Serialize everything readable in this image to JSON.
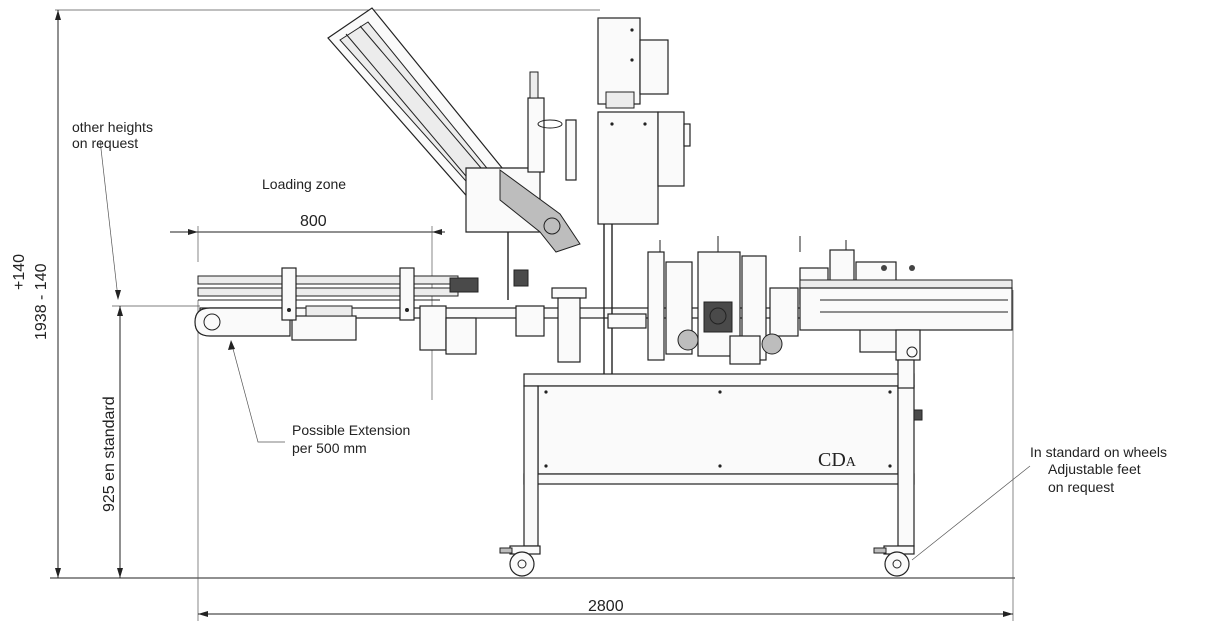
{
  "dimensions": {
    "total_length": "2800",
    "loading_length": "800",
    "height_range": "1938 - 140",
    "height_plus": "+140",
    "conveyor_height": "925 en standard"
  },
  "notes": {
    "heights_line1": "other heights",
    "heights_line2": "on request",
    "loading_zone": "Loading zone",
    "extension_line1": "Possible Extension",
    "extension_line2": "per 500 mm",
    "wheels_line1": "In standard on wheels",
    "wheels_line2": "Adjustable feet",
    "wheels_line3": "on request"
  },
  "brand": {
    "logo_main": "CD",
    "logo_small": "A"
  }
}
